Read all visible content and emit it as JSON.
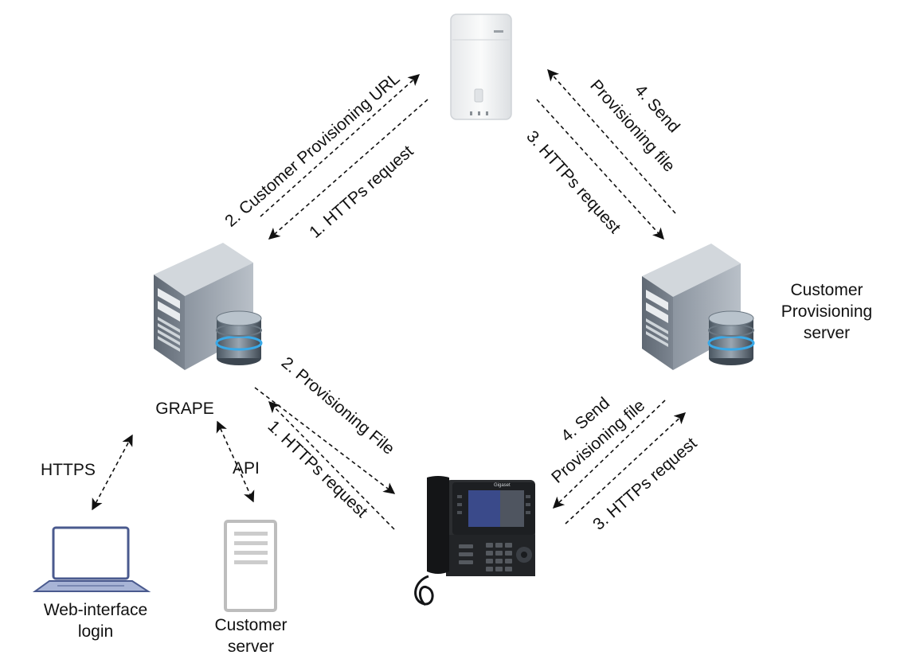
{
  "nodes": {
    "grape": {
      "label": "GRAPE"
    },
    "customer_provisioning_server": {
      "label_lines": [
        "Customer",
        "Provisioning",
        "server"
      ]
    },
    "web_interface": {
      "label_lines": [
        "Web-interface",
        "login"
      ]
    },
    "customer_server": {
      "label_lines": [
        "Customer",
        "server"
      ]
    }
  },
  "edges": {
    "base_to_grape_request": "1. HTTPs request",
    "grape_to_base_url": "2. Customer Provisioning URL",
    "base_to_customer_request": "3. HTTPs request",
    "customer_to_base_file": "4. Send",
    "customer_to_base_file_2": "Provisioning file",
    "phone_to_grape_request": "1. HTTPs request",
    "grape_to_phone_file": "2. Provisioning File",
    "phone_to_customer_request": "3. HTTPs request",
    "customer_to_phone_file": "4. Send",
    "customer_to_phone_file_2": "Provisioning file",
    "laptop_grape": "HTTPS",
    "server_grape": "API"
  },
  "device_brand": "Gigaset"
}
